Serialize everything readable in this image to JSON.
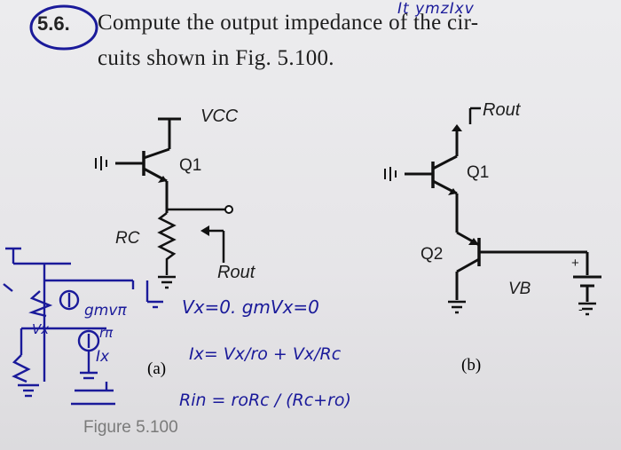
{
  "problem": {
    "number": "5.6.",
    "text_line1": "Compute the output impedance of the cir-",
    "text_line2": "cuits shown in Fig. 5.100."
  },
  "handwriting_top": "It ymzIxv",
  "circuit_a": {
    "vcc": "VCC",
    "transistor": "Q1",
    "resistor": "RC",
    "output": "Rout",
    "caption": "(a)"
  },
  "circuit_b": {
    "output": "Rout",
    "transistor_top": "Q1",
    "transistor_bottom": "Q2",
    "source": "VB",
    "plus": "+",
    "minus": "-",
    "caption": "(b)"
  },
  "handwritten_notes": {
    "line1": "Vx=0. gmVx=0",
    "line2": "Ix= Vx/ro + Vx/Rc",
    "line3": "Rin = roRc / (Rc+ro)",
    "small1": "gmvπ",
    "small2": "rπ",
    "small3": "Vx",
    "small4": "Ix"
  },
  "figure_caption": "Figure 5.100",
  "colors": {
    "ink": "#1a1a9a",
    "print": "#1d1d1d",
    "paper": "#e8e7ea"
  }
}
